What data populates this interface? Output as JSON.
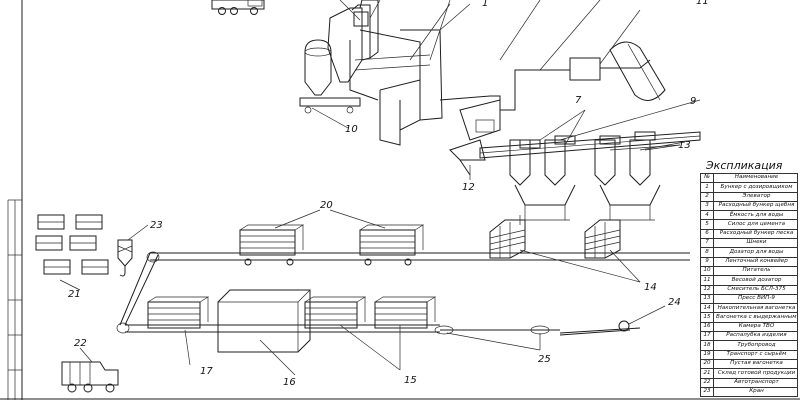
{
  "labels": {
    "l1": "1",
    "l7": "7",
    "l9": "9",
    "l10": "10",
    "l11": "11",
    "l12": "12",
    "l13": "13",
    "l14": "14",
    "l15": "15",
    "l16": "16",
    "l17": "17",
    "l20": "20",
    "l21": "21",
    "l22": "22",
    "l23": "23",
    "l24": "24",
    "l25": "25"
  },
  "legend": {
    "title": "Экспликация",
    "header": {
      "num": "№",
      "name": "Наименование"
    },
    "rows": [
      {
        "num": "1",
        "name": "Бункер с дозировщиком"
      },
      {
        "num": "2",
        "name": "Элеватор"
      },
      {
        "num": "3",
        "name": "Расходный бункер щебня"
      },
      {
        "num": "4",
        "name": "Ёмкость для воды"
      },
      {
        "num": "5",
        "name": "Силос для цемента"
      },
      {
        "num": "6",
        "name": "Расходный бункер песка"
      },
      {
        "num": "7",
        "name": "Шнеки"
      },
      {
        "num": "8",
        "name": "Дозатор для воды"
      },
      {
        "num": "9",
        "name": "Ленточный конвейер"
      },
      {
        "num": "10",
        "name": "Питатель"
      },
      {
        "num": "11",
        "name": "Весовой дозатор"
      },
      {
        "num": "12",
        "name": "Смеситель БСЛ-375"
      },
      {
        "num": "13",
        "name": "Пресс ВИП-9"
      },
      {
        "num": "14",
        "name": "Накопительная вагонетка"
      },
      {
        "num": "15",
        "name": "Вагонетка с выдержанным изделием"
      },
      {
        "num": "16",
        "name": "Камера ТВО"
      },
      {
        "num": "17",
        "name": "Распалубка изделия"
      },
      {
        "num": "18",
        "name": "Трубопровод"
      },
      {
        "num": "19",
        "name": "Транспорт с сырьём"
      },
      {
        "num": "20",
        "name": "Пустая вагонетка"
      },
      {
        "num": "21",
        "name": "Склад готовой продукции"
      },
      {
        "num": "22",
        "name": "Автотранспорт"
      },
      {
        "num": "23",
        "name": "Кран"
      }
    ]
  }
}
